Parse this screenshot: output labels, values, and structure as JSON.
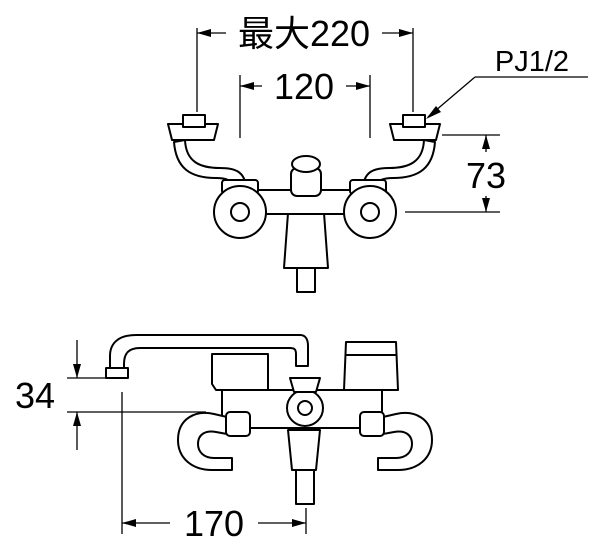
{
  "dimensions": {
    "max_width": "最大220",
    "inner_width": "120",
    "pipe_thread": "PJ1/2",
    "height_top": "73",
    "height_side": "34",
    "spout_reach": "170"
  }
}
